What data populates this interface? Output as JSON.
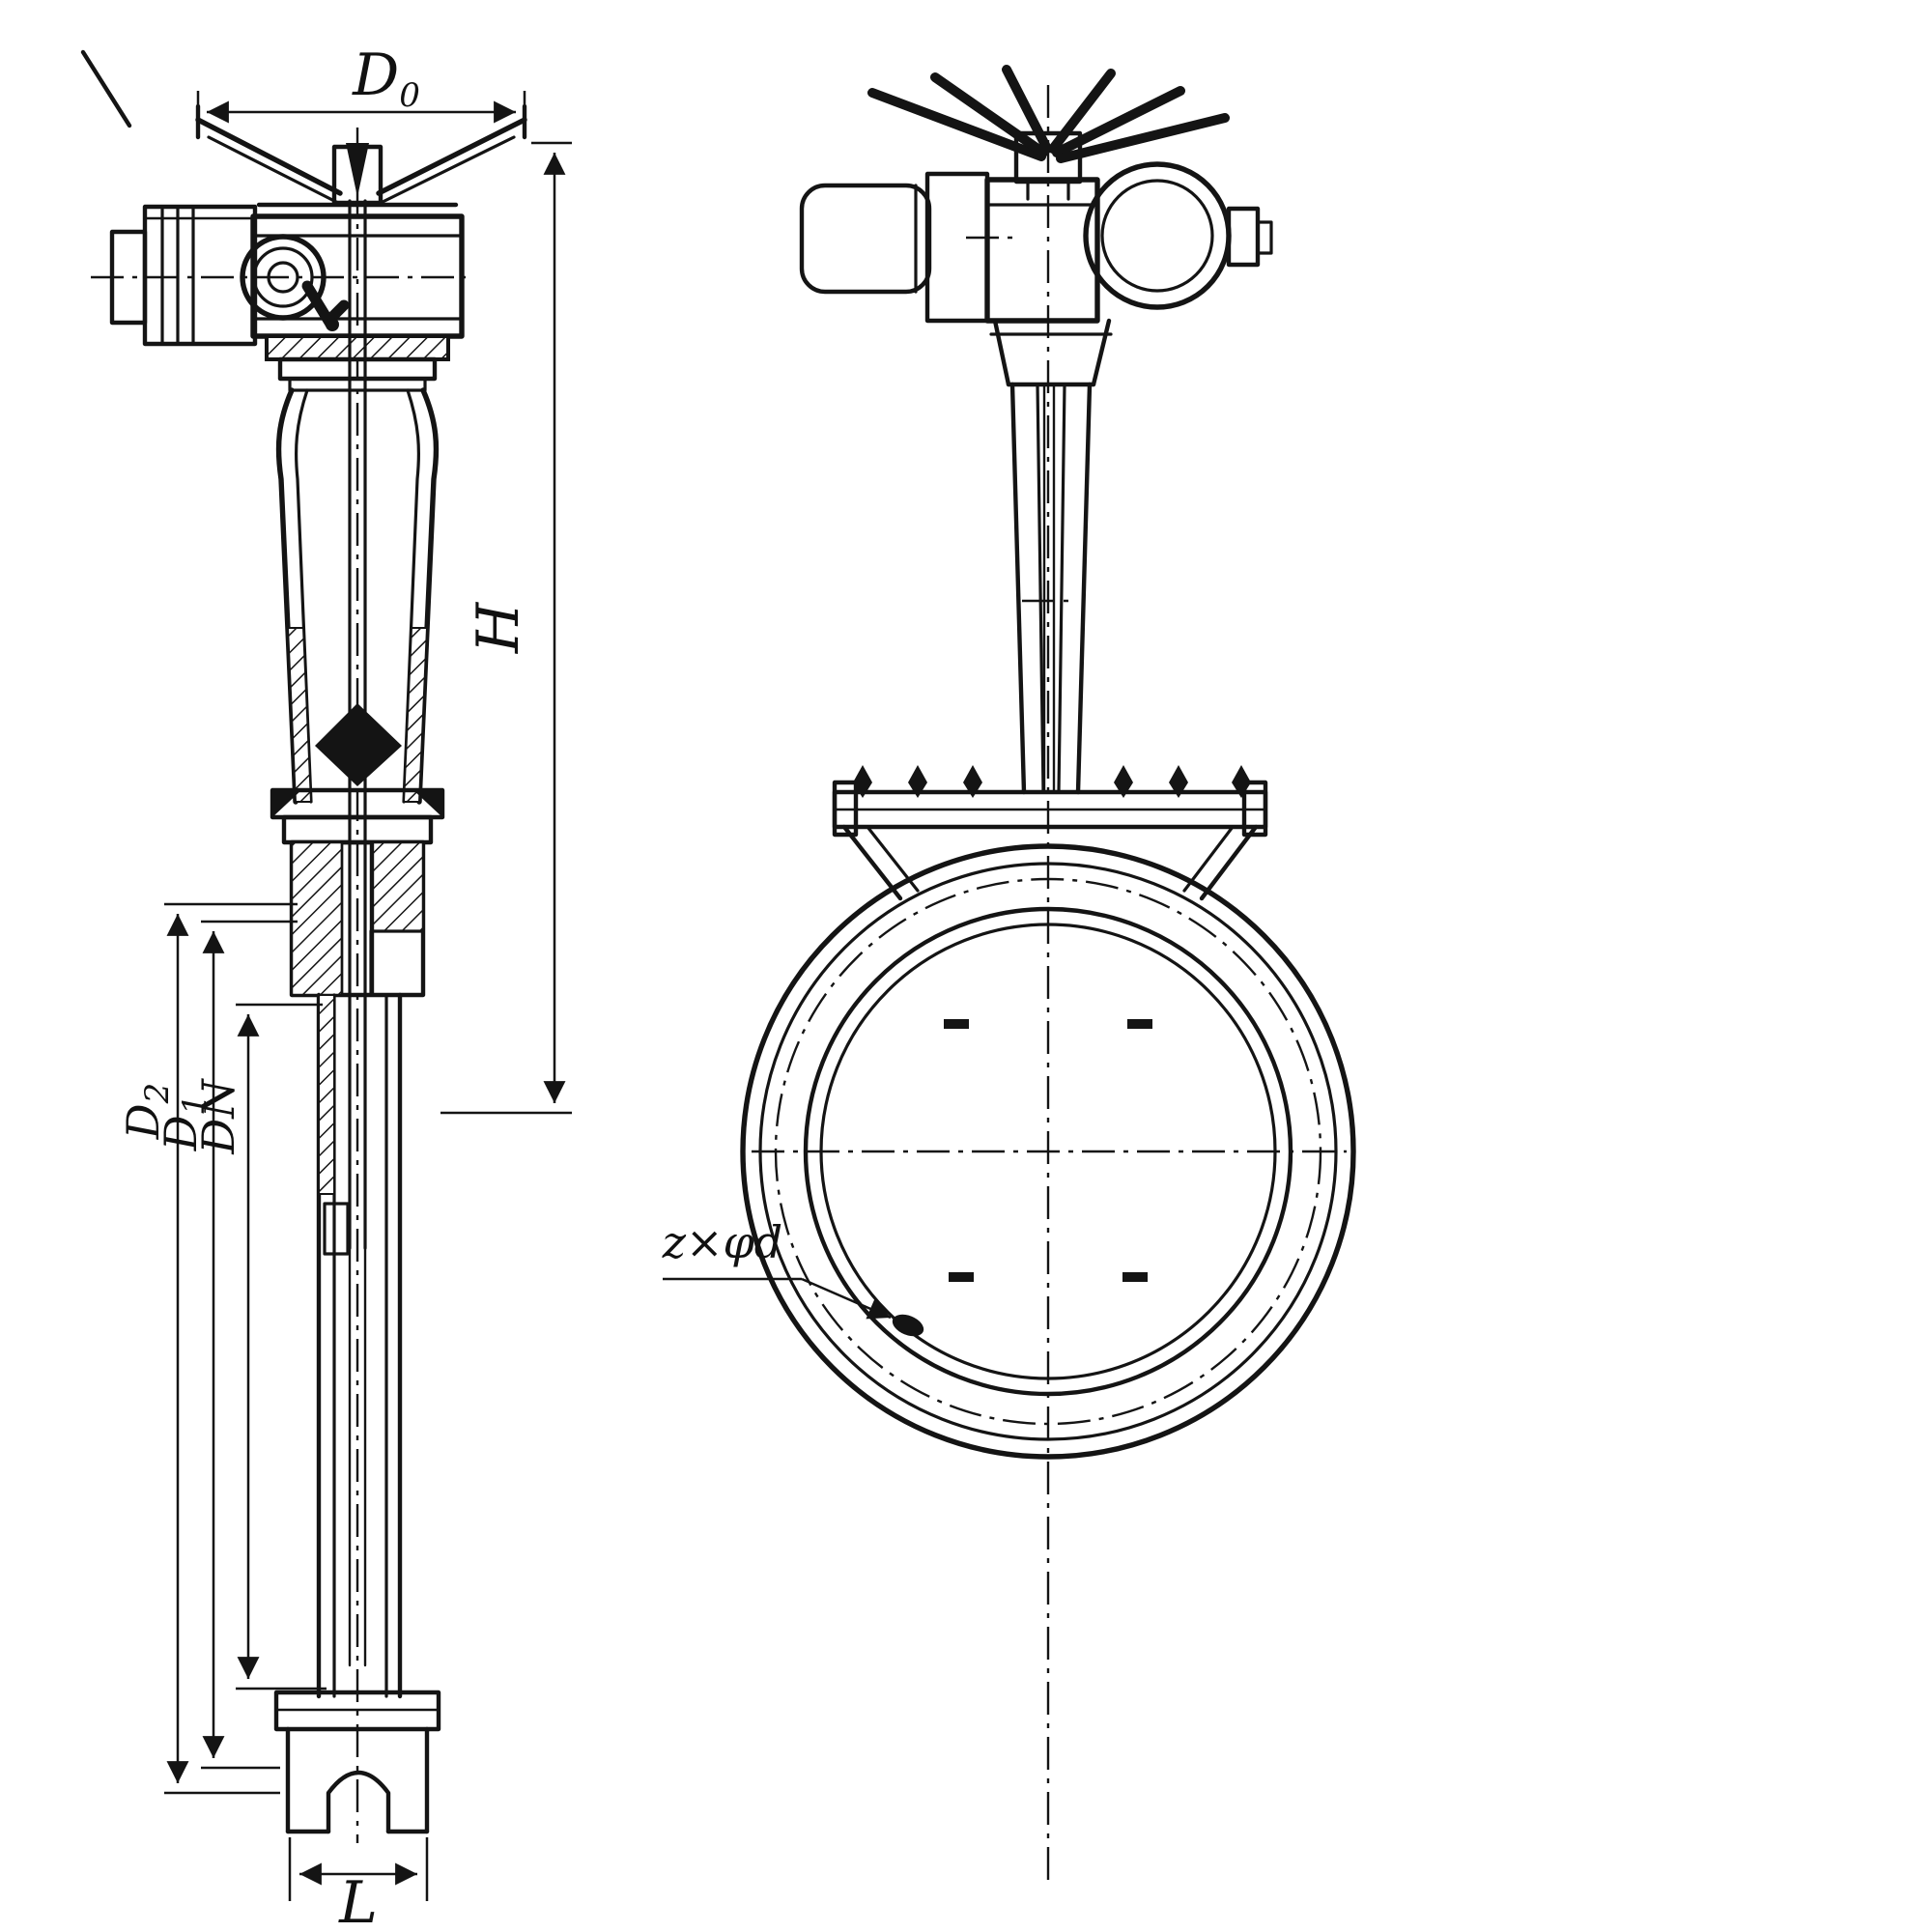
{
  "drawing": {
    "background": "#ffffff",
    "line_color": "#141414",
    "labels": {
      "d0": {
        "base": "D",
        "sub": "0"
      },
      "d1": {
        "base": "D",
        "sub": "1"
      },
      "d2": {
        "base": "D",
        "sub": "2"
      },
      "dn": "DN",
      "h": "H",
      "l": "L",
      "bolt_spec": "z×φd"
    }
  }
}
